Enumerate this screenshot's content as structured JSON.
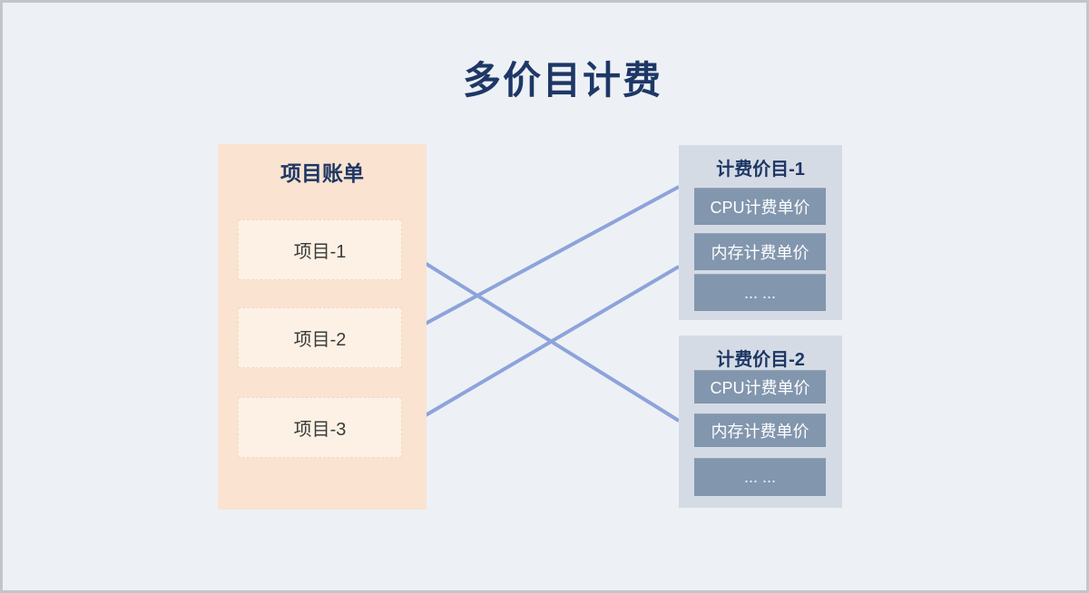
{
  "title": "多价目计费",
  "bill_panel": {
    "title": "项目账单",
    "items": [
      {
        "label": "项目-1"
      },
      {
        "label": "项目-2"
      },
      {
        "label": "项目-3"
      }
    ]
  },
  "price_panels": [
    {
      "title": "计费价目-1",
      "rows": [
        {
          "label": "CPU计费单价"
        },
        {
          "label": "内存计费单价"
        },
        {
          "label": "... ..."
        }
      ]
    },
    {
      "title": "计费价目-2",
      "rows": [
        {
          "label": "CPU计费单价"
        },
        {
          "label": "内存计费单价"
        },
        {
          "label": "... ..."
        }
      ]
    }
  ],
  "connections": [
    {
      "from": "计费价目-1",
      "to": "项目-2"
    },
    {
      "from": "计费价目-1",
      "to": "项目-3"
    },
    {
      "from": "计费价目-2",
      "to": "项目-1"
    }
  ],
  "colors": {
    "background": "#edf1f6",
    "page_border": "#c2c5c9",
    "title_navy": "#1e3765",
    "bill_panel_bg": "#fae3d0",
    "bill_item_bg": "#fdf1e5",
    "price_panel_bg": "#d4dbe5",
    "price_row_bg": "#8296ae",
    "price_row_text": "#ffffff",
    "arrow": "#8da3da"
  }
}
